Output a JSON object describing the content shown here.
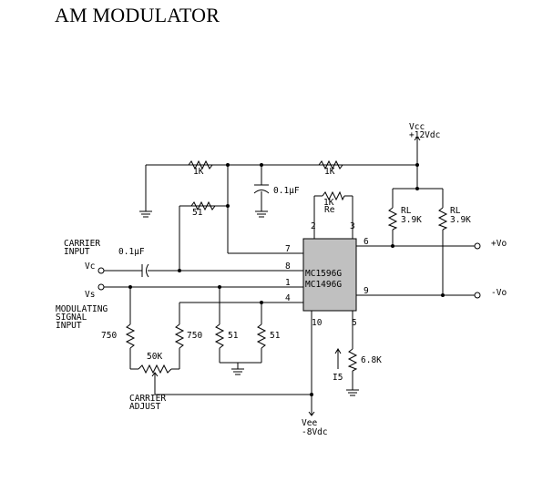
{
  "title": "AM MODULATOR",
  "colors": {
    "ic_body": "#c0c0c0",
    "wire": "#000000",
    "background": "#ffffff"
  },
  "ic": {
    "line1": "MC1596G",
    "line2": "MC1496G",
    "pins": [
      "2",
      "3",
      "6",
      "7",
      "8",
      "1",
      "9",
      "4",
      "10",
      "5"
    ]
  },
  "supplies": {
    "vcc_name": "Vcc",
    "vcc_value": "+12Vdc",
    "vee_name": "Vee",
    "vee_value": "-8Vdc"
  },
  "components": {
    "r_top_left": "1K",
    "r_top_right": "1K",
    "r_51_upper": "51",
    "cap_bypass": "0.1µF",
    "r_re_value": "1K",
    "r_re_name": "Re",
    "rl_left_name": "RL",
    "rl_left_value": "3.9K",
    "rl_right_name": "RL",
    "rl_right_value": "3.9K",
    "cap_input": "0.1µF",
    "r_750_left": "750",
    "r_750_right": "750",
    "r_51_a": "51",
    "r_51_b": "51",
    "pot": "50K",
    "r_bias": "6.8K",
    "current": "I5"
  },
  "labels": {
    "carrier_input_1": "CARRIER",
    "carrier_input_2": "INPUT",
    "vc": "Vc",
    "vs": "Vs",
    "modulating_1": "MODULATING",
    "modulating_2": "SIGNAL",
    "modulating_3": "INPUT",
    "carrier_adjust_1": "CARRIER",
    "carrier_adjust_2": "ADJUST",
    "out_pos": "+Vo",
    "out_neg": "-Vo"
  }
}
